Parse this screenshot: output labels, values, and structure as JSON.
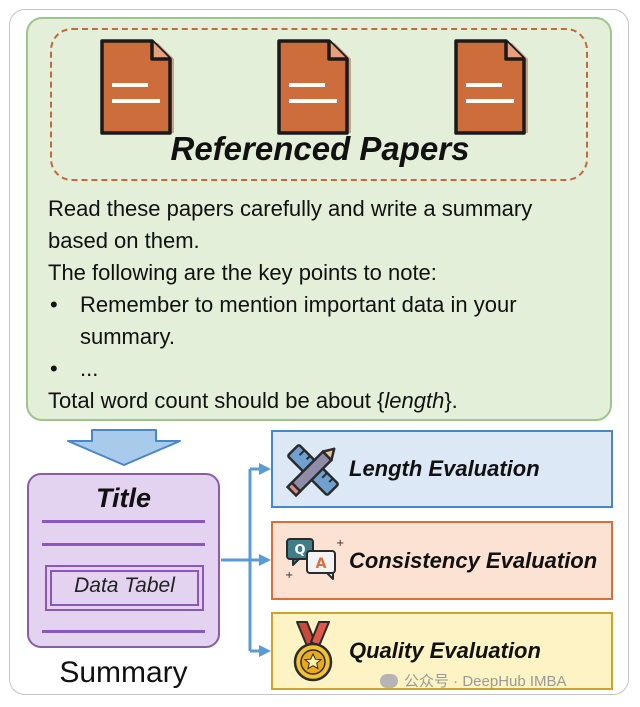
{
  "prompt": {
    "papers_title": "Referenced Papers",
    "lines": [
      "Read these papers carefully and write a summary",
      "based on them.",
      "The following are the key points to note:"
    ],
    "bullets": [
      [
        "Remember to mention important data in your",
        "summary."
      ],
      [
        "..."
      ]
    ],
    "word_count": {
      "prefix": "Total word count should be about {",
      "variable": "length",
      "suffix": "}."
    }
  },
  "summary": {
    "title": "Title",
    "table_label": "Data Tabel",
    "caption": "Summary"
  },
  "evaluations": [
    {
      "label": "Length Evaluation",
      "icon": "ruler-pencil-icon"
    },
    {
      "label": "Consistency Evaluation",
      "icon": "qa-chat-icon"
    },
    {
      "label": "Quality Evaluation",
      "icon": "medal-icon"
    }
  ],
  "watermark": {
    "text": "公众号 · DeepHub IMBA"
  },
  "colors": {
    "prompt_bg": "#e3efd8",
    "prompt_border": "#9dc58c",
    "paper_orange": "#cd6d3c",
    "summary_bg": "#e3d3f0",
    "summary_line": "#8a56bf",
    "connector_blue": "#5b9bd5",
    "length_bg": "#dce8f6",
    "consistency_bg": "#fbe2d3",
    "quality_bg": "#fdf3c4"
  }
}
